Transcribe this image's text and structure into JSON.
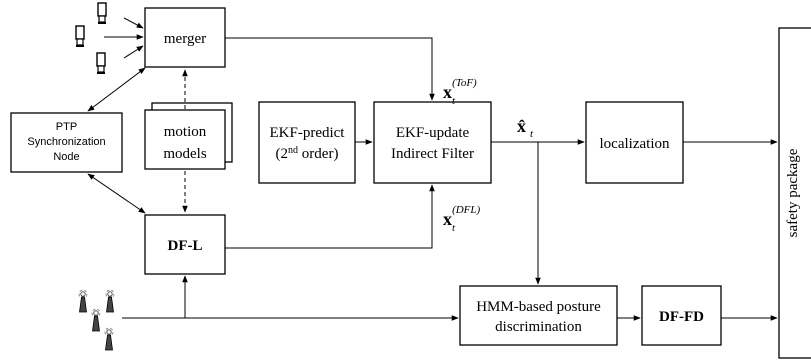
{
  "diagram": {
    "merger": "merger",
    "ptp_line1": "PTP",
    "ptp_line2": "Synchronization",
    "ptp_line3": "Node",
    "motion_line1": "motion",
    "motion_line2": "models",
    "dfl": "DF-L",
    "ekf_predict_line1": "EKF-predict",
    "ekf_predict_line2_pre": "(2",
    "ekf_predict_line2_sup": "nd",
    "ekf_predict_line2_post": " order)",
    "ekf_update_line1": "EKF-update",
    "ekf_update_line2": "Indirect Filter",
    "localization": "localization",
    "hmm_line1": "HMM-based posture",
    "hmm_line2": "discrimination",
    "dffd": "DF-FD",
    "safety": "safety package",
    "x_tof_base": "x",
    "x_tof_sub": "t",
    "x_tof_sup": "(ToF)",
    "x_dfl_base": "x",
    "x_dfl_sub": "t",
    "x_dfl_sup": "(DFL)",
    "xhat_base": "x̂",
    "xhat_sub": "t"
  },
  "colors": {
    "stroke": "#000000",
    "background": "#ffffff"
  },
  "icons": [
    "camera-icon",
    "antenna-icon"
  ]
}
